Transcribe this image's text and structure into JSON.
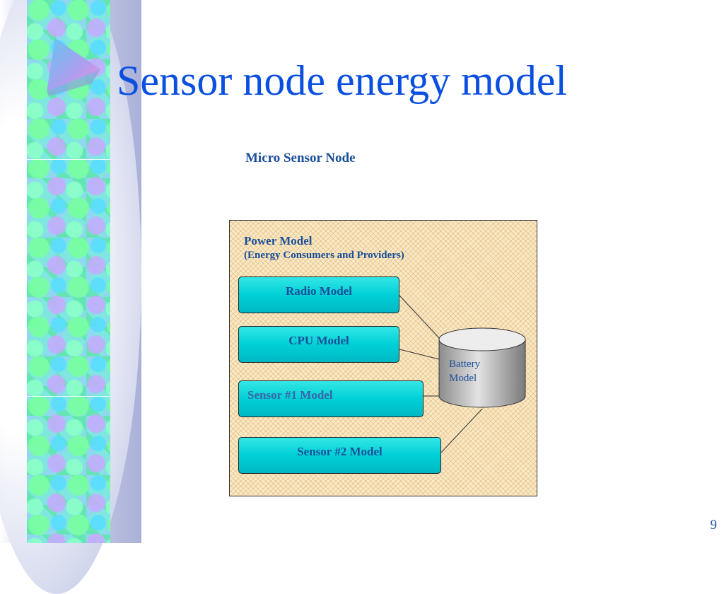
{
  "slide": {
    "title": "Sensor node energy model",
    "page_number": "9"
  },
  "diagram": {
    "node_label": "Micro Sensor Node",
    "power_model": {
      "title": "Power Model",
      "subtitle": "(Energy Consumers and Providers)"
    },
    "consumers": [
      {
        "label": "Radio Model"
      },
      {
        "label": "CPU Model"
      },
      {
        "label": "Sensor #1 Model"
      },
      {
        "label": "Sensor #2 Model"
      }
    ],
    "provider": {
      "label_line1": "Battery",
      "label_line2": "Model"
    }
  },
  "colors": {
    "title": "#0a4fe0",
    "text": "#1a4f9a",
    "model_box": "#00d0d6",
    "battery": "#a8a8a8",
    "power_box_bg": "#fbe9c4"
  }
}
